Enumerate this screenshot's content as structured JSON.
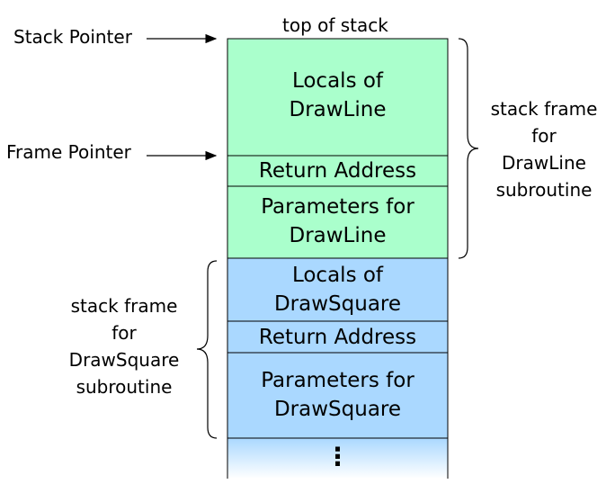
{
  "top_label": "top of stack",
  "pointers": {
    "stack_pointer": "Stack Pointer",
    "frame_pointer": "Frame Pointer"
  },
  "drawline_frame": {
    "locals": [
      "Locals of",
      "DrawLine"
    ],
    "return_address": "Return Address",
    "parameters": [
      "Parameters for",
      "DrawLine"
    ],
    "brace_label": [
      "stack frame",
      "for",
      "DrawLine",
      "subroutine"
    ],
    "color": "#aaffcc"
  },
  "drawsquare_frame": {
    "locals": [
      "Locals of",
      "DrawSquare"
    ],
    "return_address": "Return Address",
    "parameters": [
      "Parameters for",
      "DrawSquare"
    ],
    "brace_label": [
      "stack frame",
      "for",
      "DrawSquare",
      "subroutine"
    ],
    "color": "#aad8ff"
  },
  "continuation": "⋮"
}
